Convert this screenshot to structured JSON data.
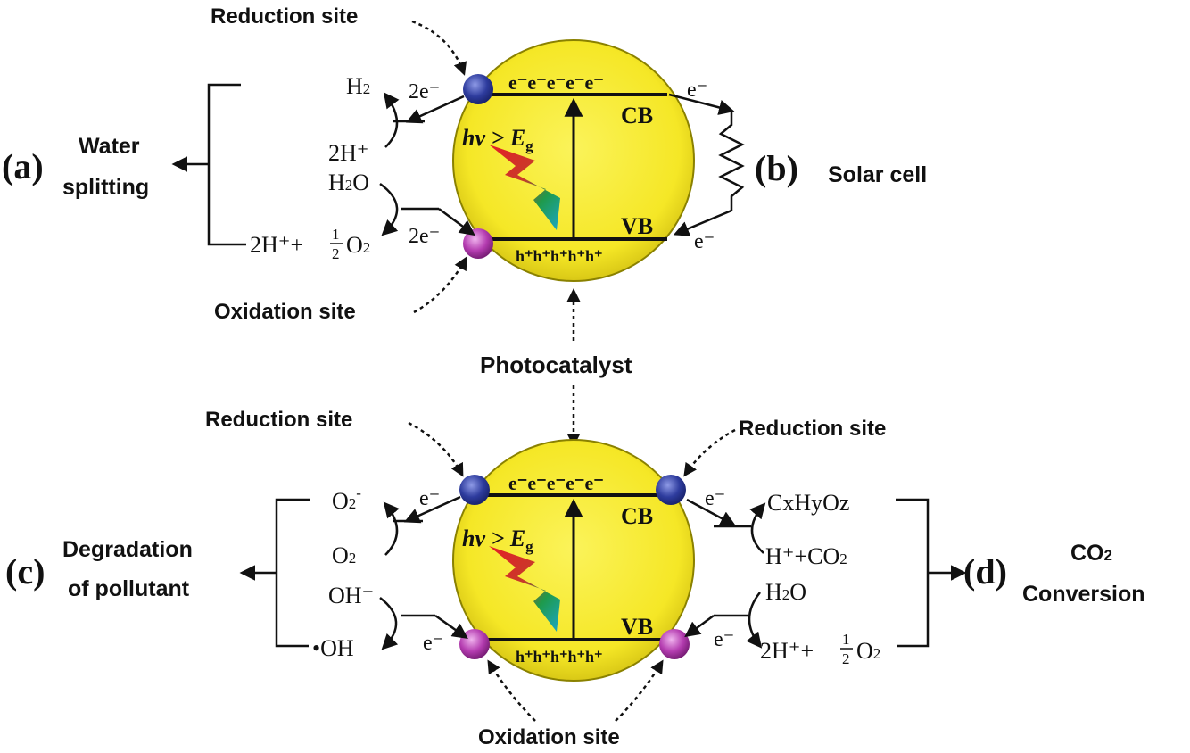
{
  "colors": {
    "particle_fill": "#f7ec2a",
    "particle_stroke": "#8a8100",
    "reduction_site": "#2e3c9e",
    "oxidation_site": "#b43cb0",
    "ink": "#111111"
  },
  "icons": [
    "lightning-bolt-icon",
    "reduction-site-sphere-icon",
    "oxidation-site-sphere-icon",
    "resistor-zigzag-icon"
  ],
  "top": {
    "reduction_site": "Reduction site",
    "oxidation_site": "Oxidation site",
    "electrons": "e⁻e⁻e⁻e⁻e⁻",
    "holes": "h⁺h⁺h⁺h⁺h⁺",
    "cb": "CB",
    "vb": "VB",
    "hv_main": "hv > E",
    "hv_sub": "g",
    "h2": "H",
    "h2_sub": "2",
    "two_e_top": "2e⁻",
    "two_h_plus": "2H⁺",
    "h2o": "H",
    "h2o_sub": "2",
    "h2o_end": "O",
    "two_e_bottom": "2e⁻",
    "o2_products_prefix": "2H⁺+",
    "half_num": "1",
    "half_den": "2",
    "o2_products_suffix": "O",
    "o2_sub": "2",
    "label_a": "(a)",
    "water_splitting_1": "Water",
    "water_splitting_2": "splitting",
    "label_b": "(b)",
    "solar_cell": "Solar cell",
    "e_right_top": "e⁻",
    "e_right_bottom": "e⁻"
  },
  "center": {
    "photocatalyst": "Photocatalyst"
  },
  "bottom": {
    "reduction_site_left": "Reduction site",
    "reduction_site_right": "Reduction site",
    "oxidation_site": "Oxidation site",
    "electrons": "e⁻e⁻e⁻e⁻e⁻",
    "holes": "h⁺h⁺h⁺h⁺h⁺",
    "cb": "CB",
    "vb": "VB",
    "hv_main": "hv > E",
    "hv_sub": "g",
    "o2_radical": "O",
    "o2_radical_sub": "2",
    "o2_radical_sup": "-",
    "o2": "O",
    "o2_sub": "2",
    "oh_minus": "OH⁻",
    "oh_radical": "•OH",
    "e_left_top": "e⁻",
    "e_left_bottom": "e⁻",
    "label_c": "(c)",
    "degradation_1": "Degradation",
    "degradation_2": "of pollutant",
    "e_right_top": "e⁻",
    "e_right_bottom": "e⁻",
    "cxhyoz": "CxHyOz",
    "h_co2_prefix": "H⁺+CO",
    "h_co2_sub": "2",
    "h2o": "H",
    "h2o_sub": "2",
    "h2o_end": "O",
    "o2_products_prefix": "2H⁺+",
    "half_num": "1",
    "half_den": "2",
    "o2_products_suffix": "O",
    "o2_products_sub": "2",
    "label_d": "(d)",
    "co2_1": "CO",
    "co2_1_sub": "2",
    "co2_2": "Conversion"
  }
}
